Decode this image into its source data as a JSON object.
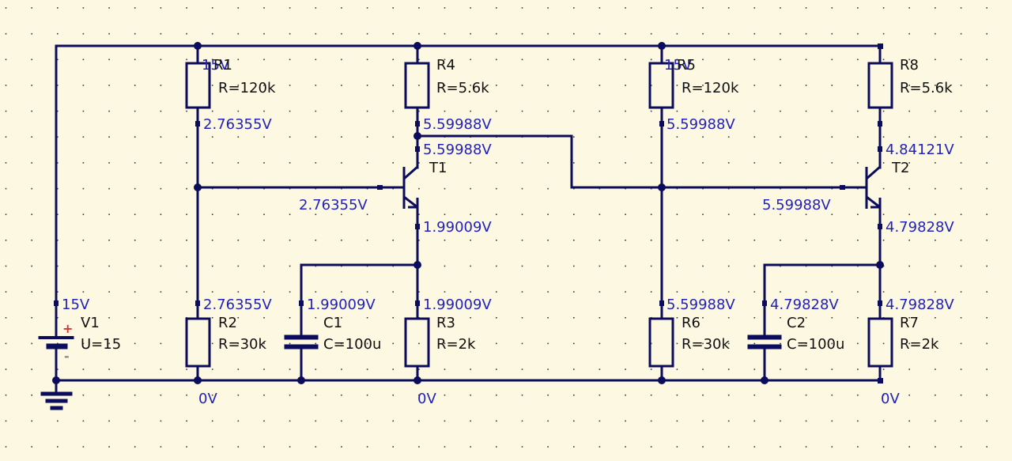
{
  "schematic": {
    "colors": {
      "background": "#fdf8e2",
      "wire": "#0c0c5c",
      "node_voltage": "#2222bb",
      "component_label": "#111111",
      "battery_plus": "#dd3333",
      "battery_minus": "#888888"
    },
    "components": {
      "V1": {
        "name": "V1",
        "value": "U=15",
        "plus": "+",
        "minus": "-"
      },
      "R1": {
        "name": "R1",
        "value": "R=120k"
      },
      "R2": {
        "name": "R2",
        "value": "R=30k"
      },
      "R3": {
        "name": "R3",
        "value": "R=2k"
      },
      "R4": {
        "name": "R4",
        "value": "R=5.6k"
      },
      "C1": {
        "name": "C1",
        "value": "C=100u"
      },
      "T1": {
        "name": "T1"
      },
      "R5": {
        "name": "R5",
        "value": "R=120k"
      },
      "R6": {
        "name": "R6",
        "value": "R=30k"
      },
      "R7": {
        "name": "R7",
        "value": "R=2k"
      },
      "R8": {
        "name": "R8",
        "value": "R=5.6k"
      },
      "C2": {
        "name": "C2",
        "value": "C=100u"
      },
      "T2": {
        "name": "T2"
      }
    },
    "voltages": {
      "v1_top": "15V",
      "r1_top": "15V",
      "r1_bottom": "2.76355V",
      "t1_base": "2.76355V",
      "r2_top": "2.76355V",
      "gnd_1": "0V",
      "r4_bottom": "5.59988V",
      "t1_collector": "5.59988V",
      "t1_emitter": "1.99009V",
      "c1_top": "1.99009V",
      "r3_top": "1.99009V",
      "gnd_2": "0V",
      "r5_top": "15V",
      "r5_bottom": "5.59988V",
      "t2_base": "5.59988V",
      "r6_top": "5.59988V",
      "r8_bottom": "4.84121V",
      "t2_emitter": "4.79828V",
      "c2_top": "4.79828V",
      "r7_top": "4.79828V",
      "gnd_3": "0V"
    }
  }
}
